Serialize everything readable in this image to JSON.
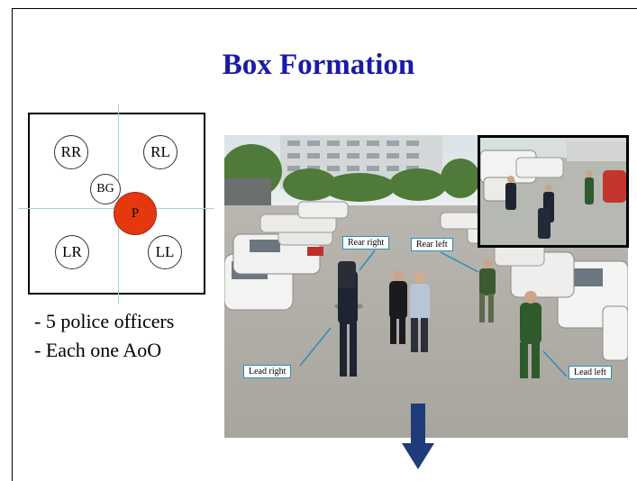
{
  "slide": {
    "title": "Box Formation",
    "bullets": [
      "- 5 police officers",
      "- Each one AoO"
    ]
  },
  "diagram": {
    "positions": {
      "rr": "RR",
      "rl": "RL",
      "bg": "BG",
      "p": "P",
      "lr": "LR",
      "ll": "LL"
    },
    "protectee_color": "#e5380f",
    "axis_color": "#a9d3d6"
  },
  "photo": {
    "callouts": {
      "rear_right": "Rear right",
      "rear_left": "Rear left",
      "lead_right": "Lead right",
      "lead_left": "Lead left"
    }
  },
  "colors": {
    "title": "#1a1aa8",
    "arrow": "#1f3b7a"
  }
}
